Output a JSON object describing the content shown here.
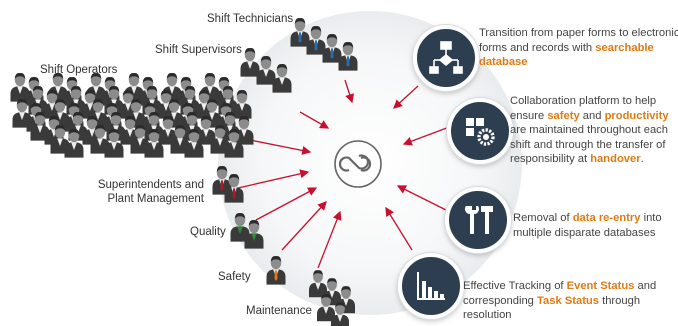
{
  "groups": {
    "shift_technicians": "Shift Technicians",
    "shift_supervisors": "Shift Supervisors",
    "shift_operators": "Shift Operators",
    "superintendents": [
      "Superintendents and",
      "Plant Management"
    ],
    "quality": "Quality",
    "safety": "Safety",
    "maintenance": "Maintenance"
  },
  "features": [
    {
      "icon": "flowchart-icon",
      "segments": [
        {
          "t": "Transition from paper forms to electronic forms and records with ",
          "h": false
        },
        {
          "t": "searchable database",
          "h": true
        }
      ]
    },
    {
      "icon": "gears-icon",
      "segments": [
        {
          "t": "Collaboration platform to help ensure ",
          "h": false
        },
        {
          "t": "safety",
          "h": true
        },
        {
          "t": " and ",
          "h": false
        },
        {
          "t": "productivity",
          "h": true
        },
        {
          "t": " are maintained throughout each shift and through the transfer of responsibility at ",
          "h": false
        },
        {
          "t": "handover",
          "h": true
        },
        {
          "t": ".",
          "h": false
        }
      ]
    },
    {
      "icon": "tools-icon",
      "segments": [
        {
          "t": "Removal of ",
          "h": false
        },
        {
          "t": "data re-entry",
          "h": true
        },
        {
          "t": " into multiple disparate databases",
          "h": false
        }
      ]
    },
    {
      "icon": "bar-chart-icon",
      "segments": [
        {
          "t": "Effective Tracking of ",
          "h": false
        },
        {
          "t": "Event Status",
          "h": true
        },
        {
          "t": " and corresponding ",
          "h": false
        },
        {
          "t": "Task Status",
          "h": true
        },
        {
          "t": " through resolution",
          "h": false
        }
      ]
    }
  ],
  "colors": {
    "accent": "#e07b12",
    "arrow": "#c8102e",
    "icon_circle": "#2c3e50",
    "text": "#444444",
    "technician_tie": "#2a6fb0",
    "superintendent_tie": "#b0172a",
    "quality_shirt": "#2e8b3a",
    "safety_tie": "#e07b12"
  }
}
